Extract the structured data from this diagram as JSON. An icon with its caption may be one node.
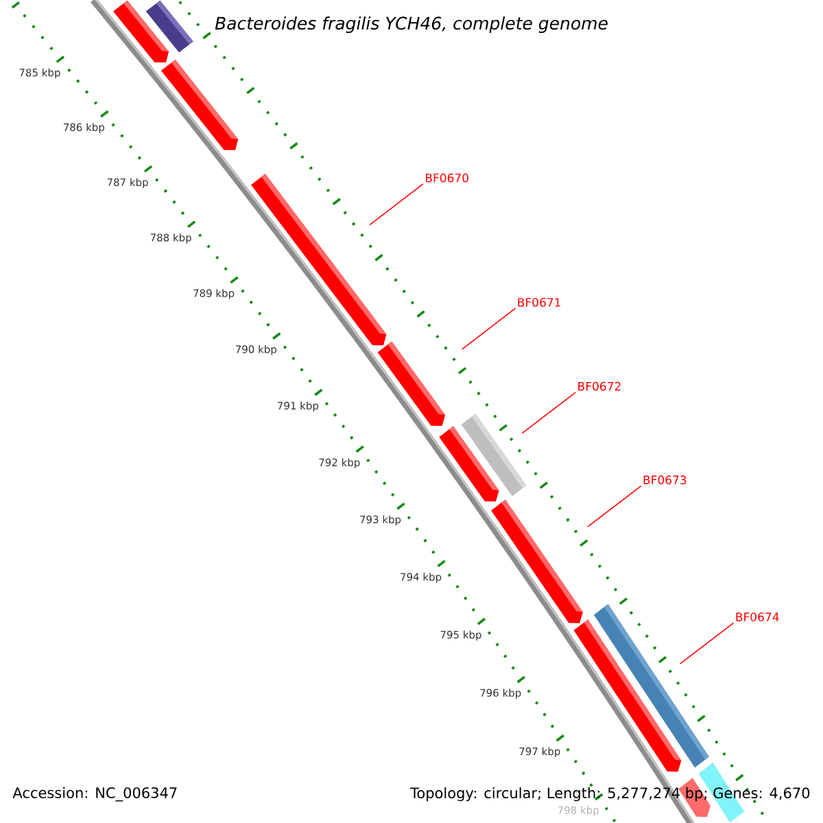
{
  "diagram": {
    "title": "Bacteroides fragilis YCH46, complete genome",
    "nodes": [
      {
        "text": [],
        "shape": "bar"
      },
      {
        "text": [],
        "shape": "arrow"
      },
      {
        "text": [],
        "shape": "arrow"
      },
      {
        "text": [],
        "shape": "arrow"
      },
      {
        "text": [],
        "shape": "arrow"
      },
      {
        "text": [],
        "shape": "bar"
      },
      {
        "text": [],
        "shape": "arrow"
      },
      {
        "text": [],
        "shape": "arrow"
      },
      {
        "text": [],
        "shape": "bar"
      },
      {
        "text": [],
        "shape": "arrow"
      },
      {
        "text": [],
        "shape": "arrow"
      },
      {
        "text": [],
        "shape": "bar"
      },
      {
        "text": [
          "BF0670"
        ]
      },
      {
        "text": [
          "BF0671"
        ]
      },
      {
        "text": [
          "BF0672"
        ]
      },
      {
        "text": [
          "BF0673"
        ]
      },
      {
        "text": [
          "BF0674"
        ]
      }
    ],
    "edges": [
      {
        "from": 12,
        "to": 3,
        "arrow": "none"
      },
      {
        "from": 13,
        "to": 4,
        "arrow": "none"
      },
      {
        "from": 14,
        "to": 5,
        "arrow": "none"
      },
      {
        "from": 15,
        "to": 7,
        "arrow": "none"
      },
      {
        "from": 16,
        "to": 8,
        "arrow": "none"
      }
    ],
    "labels": [
      "785 kbp",
      "786 kbp",
      "787 kbp",
      "788 kbp",
      "789 kbp",
      "790 kbp",
      "791 kbp",
      "792 kbp",
      "793 kbp",
      "794 kbp",
      "795 kbp",
      "796 kbp",
      "797 kbp",
      "798 kbp",
      "Accession: NC_006347",
      "Topology: circular; Length: 5,277,274 bp; Genes: 4,670"
    ]
  }
}
